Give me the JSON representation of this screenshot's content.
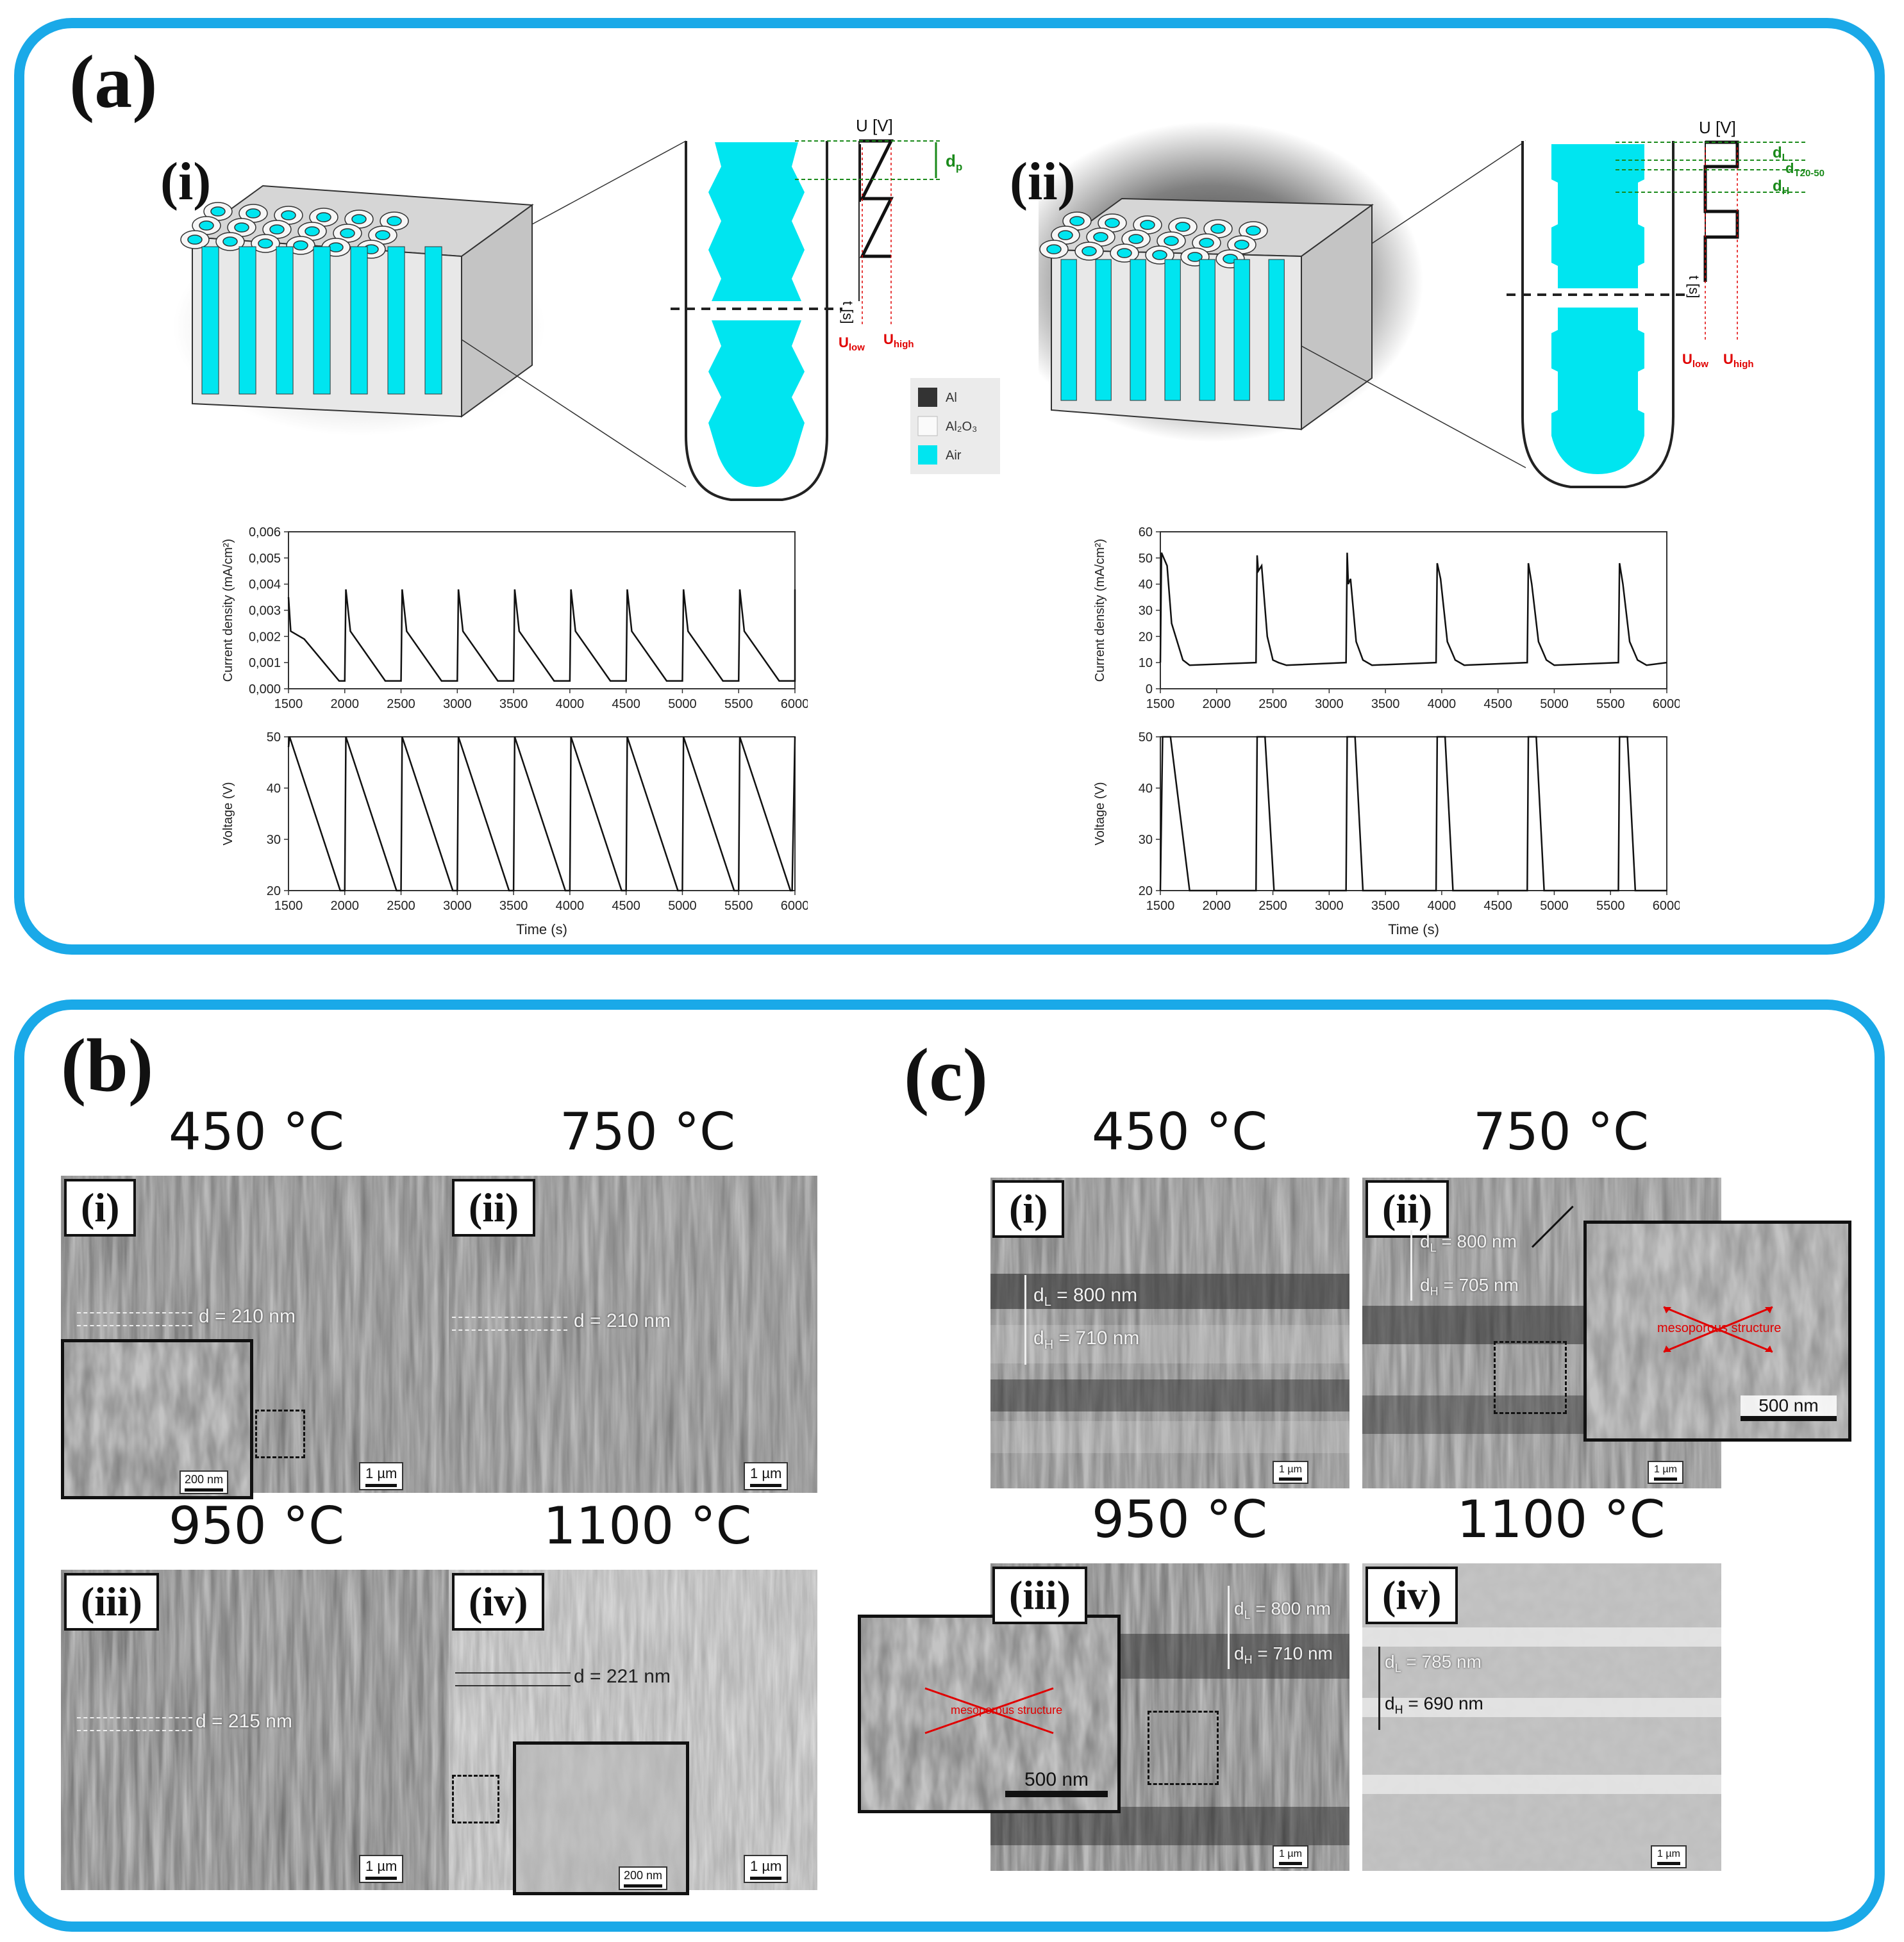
{
  "panel_a": {
    "label": "(a)",
    "sub_i": "(i)",
    "sub_ii": "(ii)",
    "legend": {
      "al": "Al",
      "al2o3": "Al₂O₃",
      "air": "Air"
    },
    "schematic_i": {
      "u_axis": "U [V]",
      "t_axis": "t [s]",
      "dp": "d",
      "dp_sub": "p",
      "u_low": "U",
      "u_low_sub": "low",
      "u_high": "U",
      "u_high_sub": "high"
    },
    "schematic_ii": {
      "u_axis": "U [V]",
      "t_axis": "t [s]",
      "dl": "d",
      "dl_sub": "L",
      "dt": "d",
      "dt_sub": "T20-50",
      "dh": "d",
      "dh_sub": "H",
      "u_low": "U",
      "u_low_sub": "low",
      "u_high": "U",
      "u_high_sub": "high"
    }
  },
  "chart_data": [
    {
      "type": "line",
      "ylabel": "Current density (mA/cm²)",
      "xlim": [
        1500,
        6000
      ],
      "ylim": [
        0,
        0.006
      ],
      "xticks": [
        "1500",
        "2000",
        "2500",
        "3000",
        "3500",
        "4000",
        "4500",
        "5000",
        "5500",
        "6000"
      ],
      "yticks": [
        "0,000",
        "0,001",
        "0,002",
        "0,003",
        "0,004",
        "0,005",
        "0,006"
      ],
      "series": [
        {
          "x": [
            1500,
            1520,
            1640,
            1950,
            2000,
            2010,
            2050,
            2360,
            2500,
            2510,
            2550,
            2860,
            3000,
            3010,
            3050,
            3360,
            3500,
            3510,
            3550,
            3860,
            4000,
            4010,
            4050,
            4360,
            4500,
            4510,
            4550,
            4860,
            5000,
            5010,
            5050,
            5360,
            5500,
            5510,
            5550,
            5860,
            6000,
            6010
          ],
          "y": [
            0.0035,
            0.0022,
            0.0019,
            0.0003,
            0.0003,
            0.0038,
            0.0022,
            0.0003,
            0.0003,
            0.0038,
            0.0022,
            0.0003,
            0.0003,
            0.0038,
            0.0022,
            0.0003,
            0.0003,
            0.0038,
            0.0022,
            0.0003,
            0.0003,
            0.0038,
            0.0022,
            0.0003,
            0.0003,
            0.0038,
            0.0022,
            0.0003,
            0.0003,
            0.0038,
            0.0022,
            0.0003,
            0.0003,
            0.0038,
            0.0022,
            0.0003,
            0.0003,
            0.0038
          ]
        }
      ]
    },
    {
      "type": "line",
      "ylabel": "Voltage (V)",
      "xlabel": "Time (s)",
      "xlim": [
        1500,
        6000
      ],
      "ylim": [
        20,
        50
      ],
      "xticks": [
        "1500",
        "2000",
        "2500",
        "3000",
        "3500",
        "4000",
        "4500",
        "5000",
        "5500",
        "6000"
      ],
      "yticks": [
        "20",
        "30",
        "40",
        "50"
      ],
      "series": [
        {
          "x": [
            1500,
            1510,
            1960,
            1975,
            2000,
            2010,
            2460,
            2475,
            2500,
            2510,
            2960,
            2975,
            3000,
            3010,
            3460,
            3475,
            3500,
            3510,
            3960,
            3975,
            4000,
            4010,
            4460,
            4475,
            4500,
            4510,
            4960,
            4975,
            5000,
            5010,
            5460,
            5475,
            5500,
            5510,
            5960,
            5975,
            6000,
            6010
          ],
          "y": [
            48,
            50,
            20,
            20,
            20,
            50,
            20,
            20,
            20,
            50,
            20,
            20,
            20,
            50,
            20,
            20,
            20,
            50,
            20,
            20,
            20,
            50,
            20,
            20,
            20,
            50,
            20,
            20,
            20,
            50,
            20,
            20,
            20,
            50,
            20,
            20,
            50,
            50
          ]
        }
      ]
    },
    {
      "type": "line",
      "ylabel": "Current density (mA/cm²)",
      "xlim": [
        1500,
        6000
      ],
      "ylim": [
        0,
        60
      ],
      "xticks": [
        "1500",
        "2000",
        "2500",
        "3000",
        "3500",
        "4000",
        "4500",
        "5000",
        "5500",
        "6000"
      ],
      "yticks": [
        "0",
        "10",
        "20",
        "30",
        "40",
        "50",
        "60"
      ],
      "series": [
        {
          "x": [
            1500,
            1510,
            1560,
            1600,
            1700,
            1760,
            2350,
            2360,
            2370,
            2400,
            2450,
            2500,
            2550,
            2620,
            3150,
            3160,
            3170,
            3190,
            3240,
            3300,
            3380,
            3950,
            3960,
            3990,
            4050,
            4120,
            4200,
            4760,
            4770,
            4800,
            4860,
            4930,
            5000,
            5570,
            5580,
            5610,
            5670,
            5740,
            5820,
            6000
          ],
          "y": [
            10,
            52,
            47,
            25,
            11,
            9,
            10,
            51,
            45,
            47,
            20,
            11,
            10,
            9,
            10,
            52,
            40,
            42,
            18,
            11,
            9,
            10,
            48,
            42,
            18,
            11,
            9,
            10,
            48,
            40,
            18,
            11,
            9,
            10,
            48,
            40,
            18,
            11,
            9,
            10
          ]
        }
      ]
    },
    {
      "type": "line",
      "ylabel": "Voltage (V)",
      "xlabel": "Time (s)",
      "xlim": [
        1500,
        6000
      ],
      "ylim": [
        20,
        50
      ],
      "xticks": [
        "1500",
        "2000",
        "2500",
        "3000",
        "3500",
        "4000",
        "4500",
        "5000",
        "5500",
        "6000"
      ],
      "yticks": [
        "20",
        "30",
        "40",
        "50"
      ],
      "series": [
        {
          "x": [
            1500,
            1520,
            1590,
            1760,
            2350,
            2360,
            2430,
            2510,
            3150,
            3160,
            3230,
            3300,
            3950,
            3960,
            4030,
            4100,
            4760,
            4770,
            4840,
            4910,
            5570,
            5580,
            5650,
            5720,
            6000
          ],
          "y": [
            20,
            50,
            50,
            20,
            20,
            50,
            50,
            20,
            20,
            50,
            50,
            20,
            20,
            50,
            50,
            20,
            20,
            50,
            50,
            20,
            20,
            50,
            50,
            20,
            20
          ]
        }
      ]
    }
  ],
  "panel_b": {
    "label": "(b)",
    "images": [
      {
        "id": "i",
        "label": "(i)",
        "temp": "450 °C",
        "d": "d = 210 nm",
        "scale": "1 µm",
        "inset_scale": "200 nm"
      },
      {
        "id": "ii",
        "label": "(ii)",
        "temp": "750 °C",
        "d": "d = 210 nm",
        "scale": "1 µm"
      },
      {
        "id": "iii",
        "label": "(iii)",
        "temp": "950 °C",
        "d": "d = 215 nm",
        "scale": "1 µm"
      },
      {
        "id": "iv",
        "label": "(iv)",
        "temp": "1100 °C",
        "d": "d = 221 nm",
        "scale": "1 µm",
        "inset_scale": "200 nm"
      }
    ]
  },
  "panel_c": {
    "label": "(c)",
    "images": [
      {
        "id": "i",
        "label": "(i)",
        "temp": "450 °C",
        "dl": "d",
        "dl_sub": "L",
        "dl_val": " = 800 nm",
        "dh": "d",
        "dh_sub": "H",
        "dh_val": " = 710 nm",
        "scale": "1 µm"
      },
      {
        "id": "ii",
        "label": "(ii)",
        "temp": "750 °C",
        "dl": "d",
        "dl_sub": "L",
        "dl_val": " = 800 nm",
        "dh": "d",
        "dh_sub": "H",
        "dh_val": " = 705 nm",
        "scale": "1 µm",
        "inset_note": "mesoporous structure",
        "inset_scale": "500 nm"
      },
      {
        "id": "iii",
        "label": "(iii)",
        "temp": "950 °C",
        "dl": "d",
        "dl_sub": "L",
        "dl_val": " = 800 nm",
        "dh": "d",
        "dh_sub": "H",
        "dh_val": " = 710 nm",
        "scale": "1 µm",
        "inset_note": "mesoporous structure",
        "inset_scale": "500 nm"
      },
      {
        "id": "iv",
        "label": "(iv)",
        "temp": "1100 °C",
        "dl": "d",
        "dl_sub": "L",
        "dl_val": " = 785 nm",
        "dh": "d",
        "dh_sub": "H",
        "dh_val": " = 690 nm",
        "scale": "1 µm"
      }
    ]
  },
  "colors": {
    "frame": "#1aa9e8",
    "air": "#00e5f0",
    "voltage_marker": "#e00000",
    "dim_green": "#1a8a1a"
  }
}
